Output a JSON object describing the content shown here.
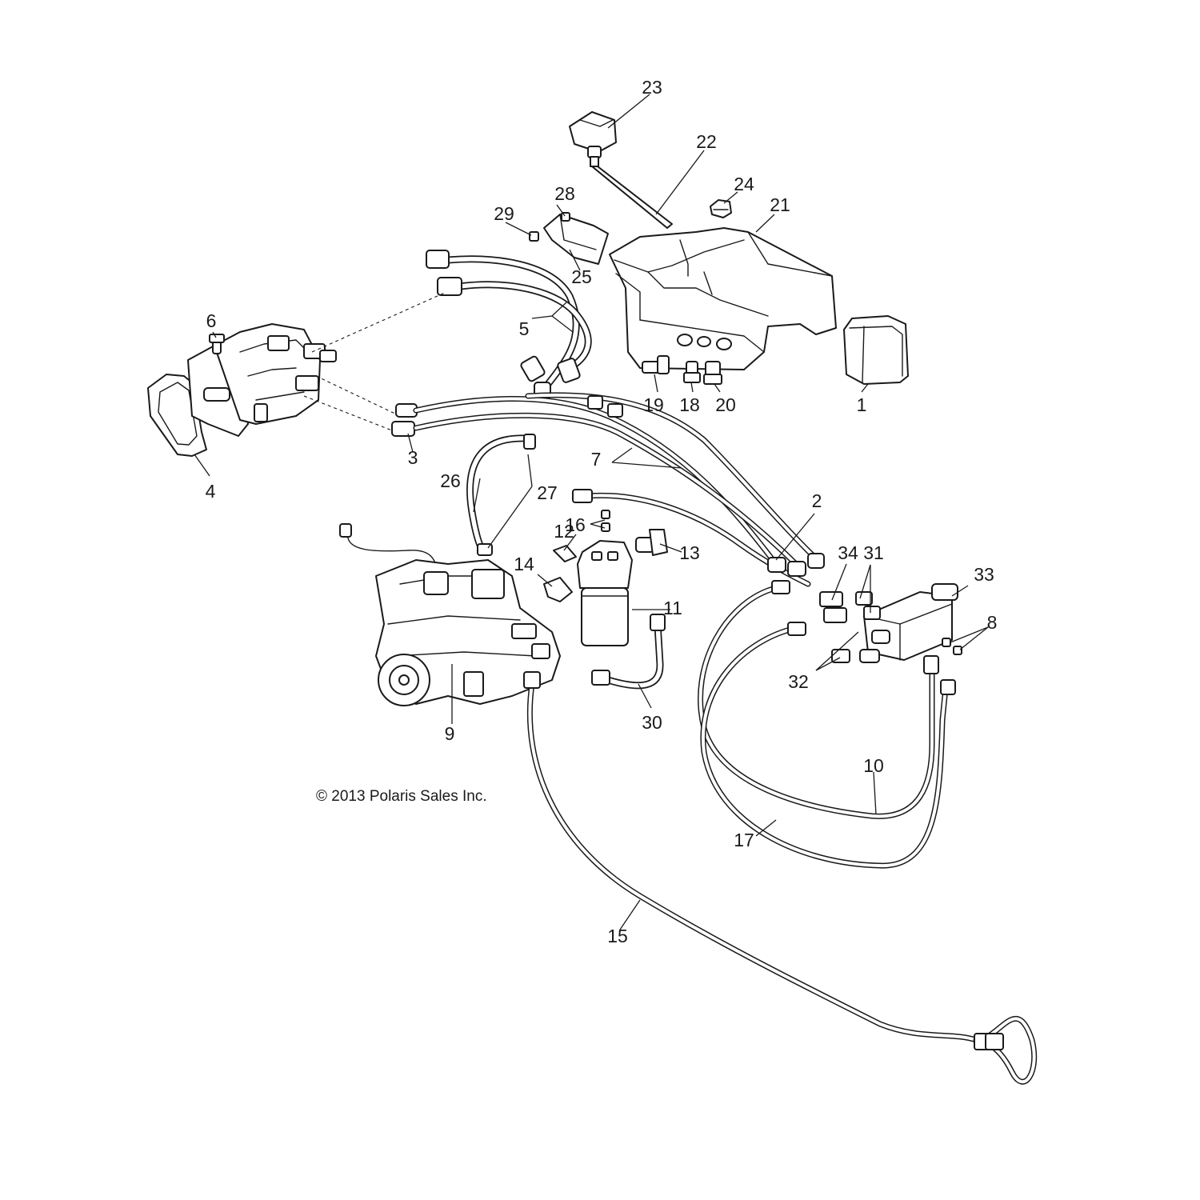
{
  "diagram": {
    "copyright": "© 2013 Polaris Sales Inc.",
    "callouts": {
      "c1": "1",
      "c2": "2",
      "c3": "3",
      "c4": "4",
      "c5": "5",
      "c6": "6",
      "c7": "7",
      "c8": "8",
      "c9": "9",
      "c10": "10",
      "c11": "11",
      "c12": "12",
      "c13": "13",
      "c14": "14",
      "c15": "15",
      "c16": "16",
      "c17": "17",
      "c18": "18",
      "c19": "19",
      "c20": "20",
      "c21": "21",
      "c22": "22",
      "c23": "23",
      "c24": "24",
      "c25": "25",
      "c26": "26",
      "c27": "27",
      "c28": "28",
      "c29": "29",
      "c30": "30",
      "c31": "31",
      "c32": "32",
      "c33": "33",
      "c34": "34"
    }
  }
}
